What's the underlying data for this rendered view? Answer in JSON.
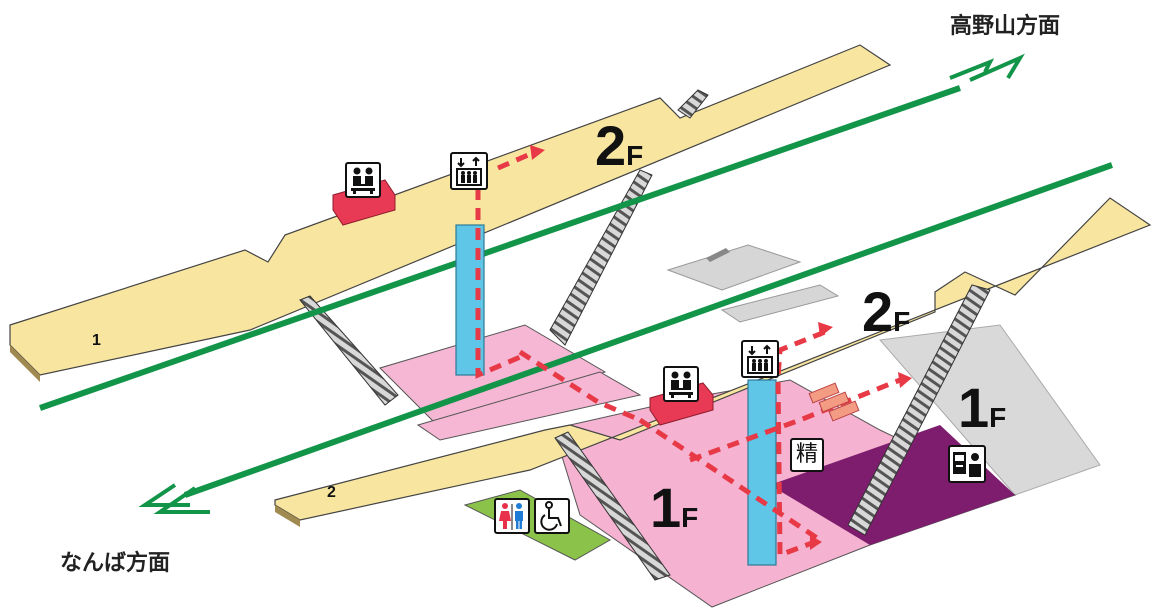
{
  "directions": {
    "koyasan": "高野山方面",
    "namba": "なんば方面"
  },
  "platforms": {
    "p1": "1",
    "p2": "2"
  },
  "floors": {
    "upper_2f": {
      "num": "2",
      "suffix": "F"
    },
    "lower_2f": {
      "num": "2",
      "suffix": "F"
    },
    "lower_1f": {
      "num": "1",
      "suffix": "F"
    },
    "right_1f": {
      "num": "1",
      "suffix": "F"
    }
  },
  "facilities": {
    "fare_adjustment": "精"
  },
  "icons": [
    "elevator-icon",
    "waiting-room-icon",
    "toilet-icon",
    "accessible-toilet-icon",
    "ticket-machine-icon",
    "ticket-gate-icon"
  ],
  "colors": {
    "platform": "#f8e6a0",
    "concourse": "#f5a9c9",
    "track": "#129449",
    "elevator": "#5fc6e8",
    "route": "#e83a46",
    "restroom_area": "#8bc34a",
    "gate_area": "#7e1d6e",
    "gray_area": "#d6d6d6"
  }
}
